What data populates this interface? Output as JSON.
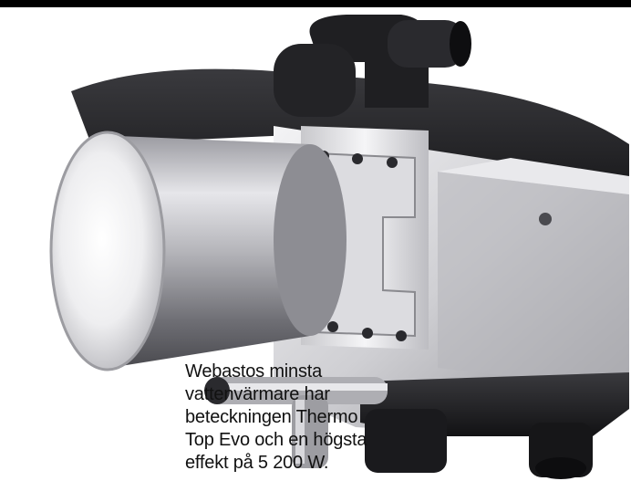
{
  "photo": {
    "subject_icon": "water-heater-photo",
    "colors": {
      "background": "#ffffff",
      "top_rule": "#000000",
      "housing_black": "#1b1b1d",
      "metal_light": "#d9d9dc",
      "metal_dark": "#6a6a6e",
      "caption_text": "#111111"
    }
  },
  "caption": {
    "lines": [
      "Webastos minsta",
      "vattenvärmare har",
      "beteckningen Thermo",
      "Top Evo och en högsta",
      "effekt på 5 200 W."
    ]
  }
}
